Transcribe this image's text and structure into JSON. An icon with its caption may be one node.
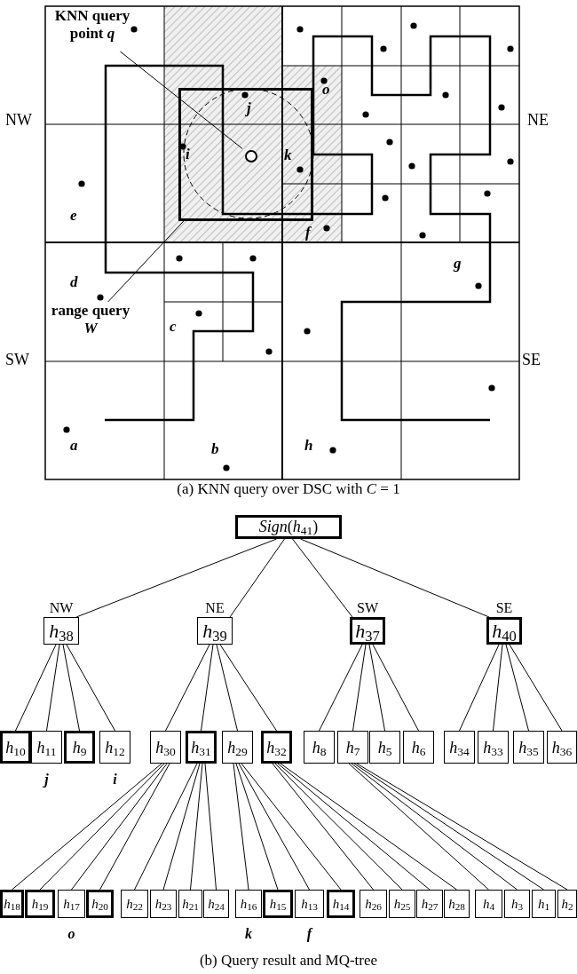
{
  "diagram": {
    "nodes": [
      {
        "text": [
          "KNN query point *q*"
        ]
      },
      {
        "text": [],
        "shape": "circle",
        "in": 3
      },
      {
        "text": [
          "range query *W*"
        ]
      },
      {
        "text": [],
        "shape": "box"
      },
      {
        "text": [
          "*Sign*(*h*$_{41}$)"
        ]
      },
      {
        "text": [
          "*h*$_{38}$"
        ],
        "beside": [
          "NW"
        ]
      },
      {
        "text": [
          "*h*$_{39}$"
        ],
        "beside": [
          "NE"
        ]
      },
      {
        "text": [
          "*h*$_{37}$"
        ],
        "beside": [
          "SW"
        ]
      },
      {
        "text": [
          "*h*$_{40}$"
        ],
        "beside": [
          "SE"
        ]
      },
      {
        "text": [
          "*h*$_{10}$"
        ]
      },
      {
        "text": [
          "*h*$_{11}$"
        ],
        "beside": [
          "j"
        ]
      },
      {
        "text": [
          "*h*$_{9}$"
        ]
      },
      {
        "text": [
          "*h*$_{12}$"
        ],
        "beside": [
          "i"
        ]
      },
      {
        "text": [
          "*h*$_{30}$"
        ]
      },
      {
        "text": [
          "*h*$_{31}$"
        ]
      },
      {
        "text": [
          "*h*$_{29}$"
        ]
      },
      {
        "text": [
          "*h*$_{32}$"
        ]
      },
      {
        "text": [
          "*h*$_{8}$"
        ]
      },
      {
        "text": [
          "*h*$_{7}$"
        ]
      },
      {
        "text": [
          "*h*$_{5}$"
        ]
      },
      {
        "text": [
          "*h*$_{6}$"
        ]
      },
      {
        "text": [
          "*h*$_{34}$"
        ]
      },
      {
        "text": [
          "*h*$_{33}$"
        ]
      },
      {
        "text": [
          "*h*$_{35}$"
        ]
      },
      {
        "text": [
          "*h*$_{36}$"
        ]
      },
      {
        "text": [
          "*h*$_{18}$"
        ]
      },
      {
        "text": [
          "*h*$_{19}$"
        ]
      },
      {
        "text": [
          "*h*$_{17}$"
        ],
        "beside": [
          "o"
        ]
      },
      {
        "text": [
          "*h*$_{20}$"
        ]
      },
      {
        "text": [
          "*h*$_{22}$"
        ]
      },
      {
        "text": [
          "*h*$_{23}$"
        ]
      },
      {
        "text": [
          "*h*$_{21}$"
        ]
      },
      {
        "text": [
          "*h*$_{24}$"
        ]
      },
      {
        "text": [
          "*h*$_{16}$"
        ],
        "beside": [
          "k"
        ]
      },
      {
        "text": [
          "*h*$_{15}$"
        ]
      },
      {
        "text": [
          "*h*$_{13}$"
        ],
        "beside": [
          "f"
        ]
      },
      {
        "text": [
          "*h*$_{14}$"
        ]
      },
      {
        "text": [
          "*h*$_{26}$"
        ]
      },
      {
        "text": [
          "*h*$_{25}$"
        ]
      },
      {
        "text": [
          "*h*$_{27}$"
        ]
      },
      {
        "text": [
          "*h*$_{28}$"
        ]
      },
      {
        "text": [
          "*h*$_{4}$"
        ]
      },
      {
        "text": [
          "*h*$_{3}$"
        ]
      },
      {
        "text": [
          "*h*$_{1}$"
        ]
      },
      {
        "text": [
          "*h*$_{2}$"
        ]
      }
    ],
    "edges": [
      {
        "from": 0,
        "to": 1,
        "arrow": "none"
      },
      {
        "from": 2,
        "to": 3,
        "arrow": "none"
      },
      {
        "from": 4,
        "to": 5,
        "arrow": "none"
      },
      {
        "from": 4,
        "to": 6,
        "arrow": "none"
      },
      {
        "from": 4,
        "to": 7,
        "arrow": "none"
      },
      {
        "from": 4,
        "to": 8,
        "arrow": "none"
      },
      {
        "from": 5,
        "to": 9,
        "arrow": "none"
      },
      {
        "from": 5,
        "to": 10,
        "arrow": "none"
      },
      {
        "from": 5,
        "to": 11,
        "arrow": "none"
      },
      {
        "from": 5,
        "to": 12,
        "arrow": "none"
      },
      {
        "from": 6,
        "to": 13,
        "arrow": "none"
      },
      {
        "from": 6,
        "to": 14,
        "arrow": "none"
      },
      {
        "from": 6,
        "to": 15,
        "arrow": "none"
      },
      {
        "from": 6,
        "to": 16,
        "arrow": "none"
      },
      {
        "from": 7,
        "to": 17,
        "arrow": "none"
      },
      {
        "from": 7,
        "to": 18,
        "arrow": "none"
      },
      {
        "from": 7,
        "to": 19,
        "arrow": "none"
      },
      {
        "from": 7,
        "to": 20,
        "arrow": "none"
      },
      {
        "from": 8,
        "to": 21,
        "arrow": "none"
      },
      {
        "from": 8,
        "to": 22,
        "arrow": "none"
      },
      {
        "from": 8,
        "to": 23,
        "arrow": "none"
      },
      {
        "from": 8,
        "to": 24,
        "arrow": "none"
      },
      {
        "from": 13,
        "to": 25,
        "arrow": "none"
      },
      {
        "from": 13,
        "to": 26,
        "arrow": "none"
      },
      {
        "from": 13,
        "to": 27,
        "arrow": "none"
      },
      {
        "from": 13,
        "to": 28,
        "arrow": "none"
      },
      {
        "from": 14,
        "to": 29,
        "arrow": "none"
      },
      {
        "from": 14,
        "to": 30,
        "arrow": "none"
      },
      {
        "from": 14,
        "to": 31,
        "arrow": "none"
      },
      {
        "from": 14,
        "to": 32,
        "arrow": "none"
      },
      {
        "from": 15,
        "to": 33,
        "arrow": "none"
      },
      {
        "from": 15,
        "to": 34,
        "arrow": "none"
      },
      {
        "from": 15,
        "to": 35,
        "arrow": "none"
      },
      {
        "from": 15,
        "to": 36,
        "arrow": "none"
      },
      {
        "from": 16,
        "to": 37,
        "arrow": "none"
      },
      {
        "from": 16,
        "to": 38,
        "arrow": "none"
      },
      {
        "from": 16,
        "to": 39,
        "arrow": "none"
      },
      {
        "from": 16,
        "to": 40,
        "arrow": "none"
      },
      {
        "from": 18,
        "to": 41,
        "arrow": "none"
      },
      {
        "from": 18,
        "to": 42,
        "arrow": "none"
      },
      {
        "from": 18,
        "to": 43,
        "arrow": "none"
      },
      {
        "from": 18,
        "to": 44,
        "arrow": "none"
      }
    ],
    "labels": [
      "j",
      "o",
      "NW",
      "NE",
      "i",
      "k",
      "e",
      "f",
      "g",
      "d",
      "c",
      "SW",
      "SE",
      "a",
      "b",
      "h",
      "(a) KNN query over DSC with *C* = 1",
      "(b) Query result and MQ-tree"
    ]
  }
}
